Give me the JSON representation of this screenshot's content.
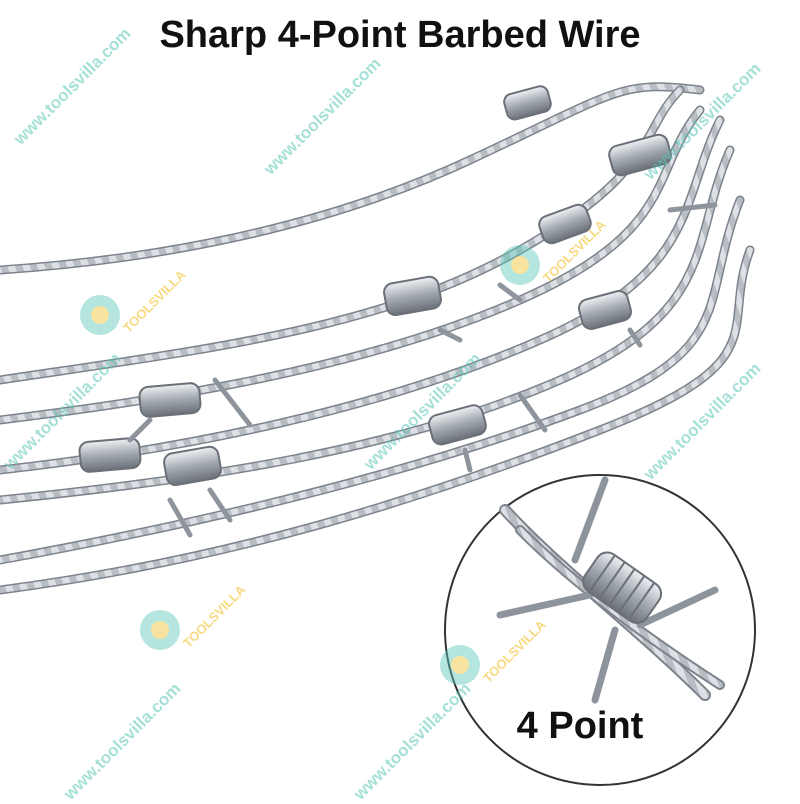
{
  "title": "Sharp 4-Point Barbed Wire",
  "inset": {
    "label": "4 Point"
  },
  "watermark": {
    "site": "www.toolsvilla.com",
    "brand": "TOOLSVILLA"
  },
  "colors": {
    "wire_light": "#d9dde2",
    "wire_mid": "#a3a9b1",
    "wire_dark": "#6b7078",
    "watermark_teal": "#5cc7b9",
    "watermark_gold": "#f2c230"
  }
}
